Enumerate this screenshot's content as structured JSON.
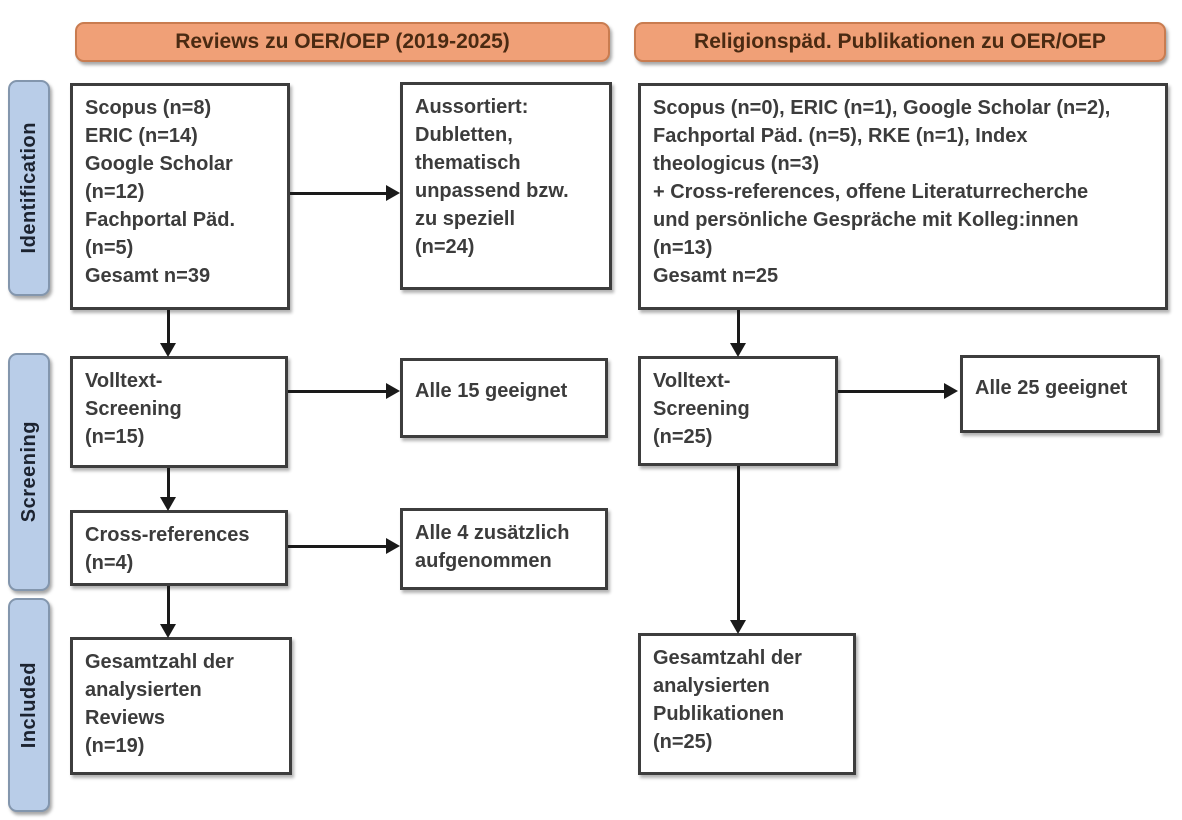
{
  "headers": {
    "left": "Reviews zu OER/OEP (2019-2025)",
    "right": "Religionspäd. Publikationen zu OER/OEP"
  },
  "stages": [
    {
      "label": "Identification"
    },
    {
      "label": "Screening"
    },
    {
      "label": "Included"
    }
  ],
  "left_flow": {
    "sources_box": "Scopus (n=8)\nERIC (n=14)\nGoogle Scholar\n(n=12)\nFachportal Päd.\n(n=5)\nGesamt n=39",
    "excluded_box": "Aussortiert:\nDubletten,\nthematisch\nunpassend bzw.\nzu speziell\n(n=24)",
    "screening_box": "Volltext-\nScreening\n(n=15)",
    "screening_result_box": "Alle 15 geeignet",
    "crossref_box": "Cross-references\n(n=4)",
    "crossref_result_box": "Alle 4 zusätzlich\naufgenommen",
    "included_box": "Gesamtzahl der\nanalysierten\nReviews\n(n=19)"
  },
  "right_flow": {
    "sources_box": "Scopus (n=0), ERIC (n=1), Google Scholar (n=2),\nFachportal Päd. (n=5), RKE (n=1), Index\ntheologicus (n=3)\n+ Cross-references, offene Literaturrecherche\nund persönliche Gespräche mit Kolleg:innen\n(n=13)\nGesamt n=25",
    "screening_box": "Volltext-\nScreening\n(n=25)",
    "screening_result_box": "Alle 25 geeignet",
    "included_box": "Gesamtzahl der\nanalysierten\nPublikationen\n(n=25)"
  },
  "colors": {
    "header_fill": "#f0a077",
    "header_border": "#c97c50",
    "header_text": "#4a2a12",
    "stage_fill": "#b9cde8",
    "stage_border": "#8396ad",
    "stage_text": "#1c2330",
    "box_border": "#3d3d3d",
    "box_text": "#3c3c3c",
    "arrow": "#1a1a1a"
  }
}
